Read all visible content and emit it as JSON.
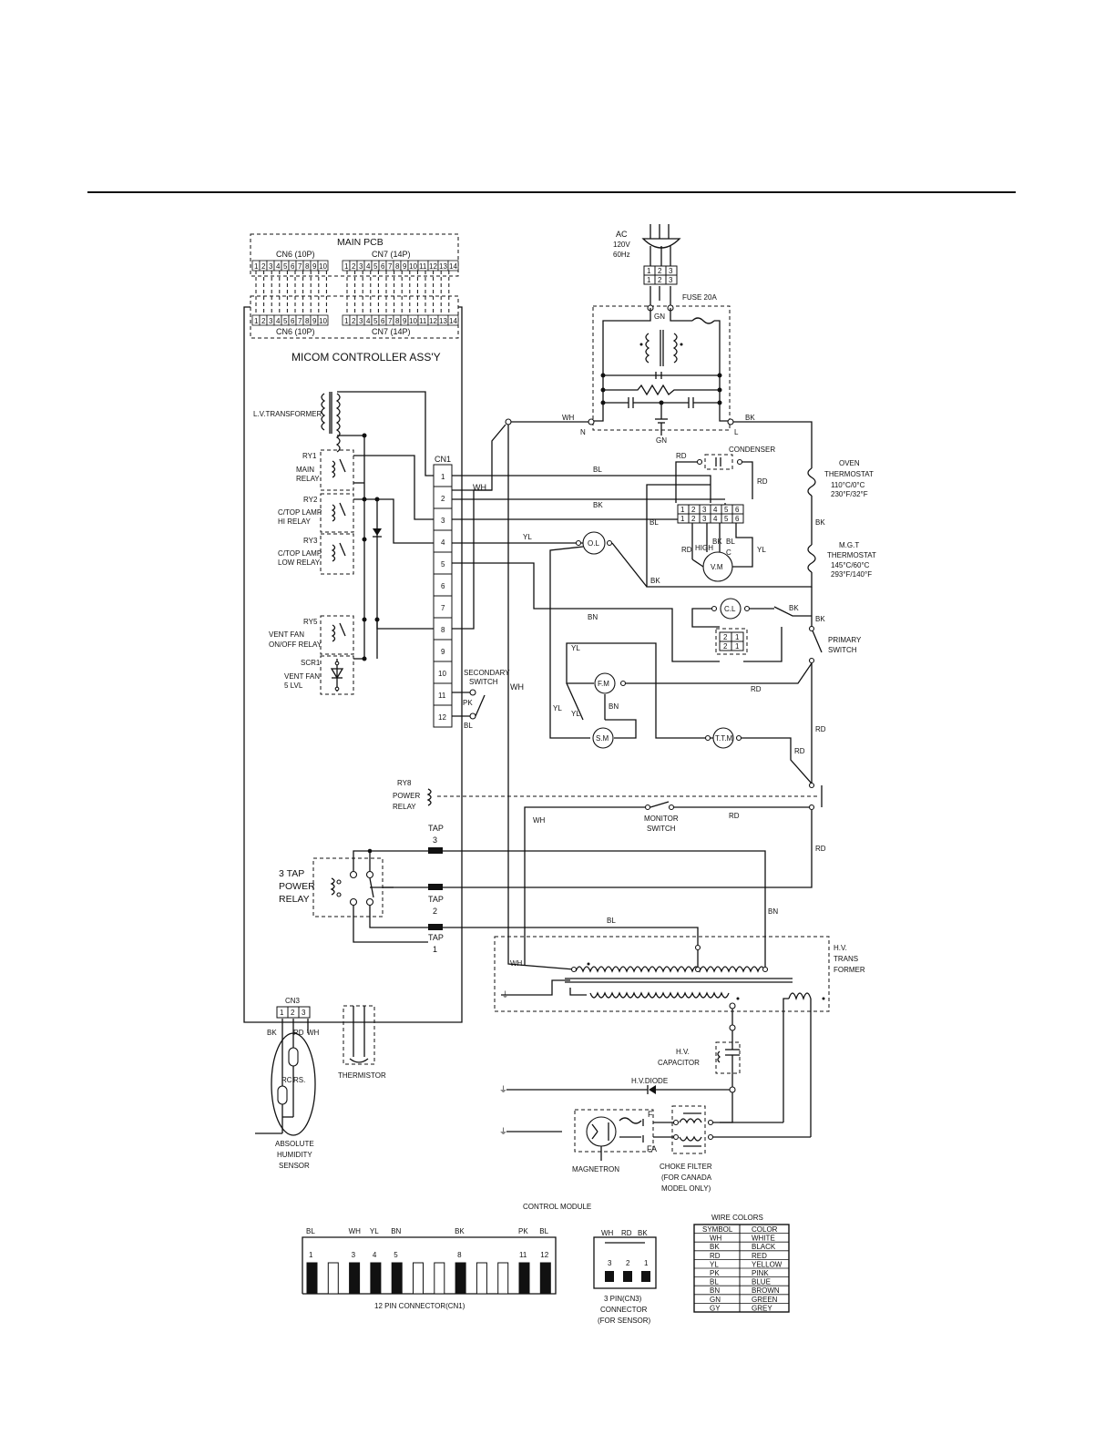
{
  "pcb": {
    "title": "MAIN  PCB",
    "cn6": "CN6 (10P)",
    "cn7": "CN7 (14P)",
    "cn6_pins": [
      "1",
      "2",
      "3",
      "4",
      "5",
      "6",
      "7",
      "8",
      "9",
      "10"
    ],
    "cn7_pins": [
      "1",
      "2",
      "3",
      "4",
      "5",
      "6",
      "7",
      "8",
      "9",
      "10",
      "11",
      "12",
      "13",
      "14"
    ]
  },
  "micom": {
    "title": "MICOM CONTROLLER ASS'Y",
    "lv_transformer": "L.V.TRANSFORMER",
    "cn1": "CN1",
    "cn1_pins": [
      "1",
      "2",
      "3",
      "4",
      "5",
      "6",
      "7",
      "8",
      "9",
      "10",
      "11",
      "12"
    ],
    "ry1": [
      "RY1",
      "MAIN",
      "RELAY"
    ],
    "ry2": [
      "RY2",
      "C/TOP LAMP",
      "HI     RELAY"
    ],
    "ry3": [
      "RY3",
      "C/TOP LAMP",
      "LOW RELAY"
    ],
    "ry5": [
      "RY5",
      "VENT FAN",
      "ON/OFF RELAY"
    ],
    "scr1": [
      "SCR1",
      "VENT FAN",
      "5 LVL"
    ],
    "ry8": [
      "RY8",
      "POWER",
      "RELAY"
    ],
    "tap_relay": [
      "3 TAP",
      "POWER",
      "RELAY"
    ],
    "tap3": [
      "TAP",
      "3"
    ],
    "tap2": [
      "TAP",
      "2"
    ],
    "tap1": [
      "TAP",
      "1"
    ],
    "cn3": "CN3",
    "cn3_pins": [
      "1",
      "2",
      "3"
    ]
  },
  "power": {
    "ac": [
      "AC",
      "120V",
      "60Hz"
    ],
    "plug_pins": [
      "1",
      "2",
      "3"
    ],
    "fuse": "FUSE 20A",
    "gn": "GN",
    "n": "N",
    "l": "L"
  },
  "wire_labels": {
    "wh": "WH",
    "bk": "BK",
    "bl": "BL",
    "rd": "RD",
    "yl": "YL",
    "bn": "BN",
    "pk": "PK"
  },
  "components": {
    "condenser": "CONDENSER",
    "oven_thermostat": [
      "OVEN",
      "THERMOSTAT",
      "110°C/0°C",
      "230°F/32°F"
    ],
    "mgt_thermostat": [
      "M.G.T",
      "THERMOSTAT",
      "145°C/60°C",
      "293°F/140°F"
    ],
    "ol": "O.L",
    "vm": "V.M",
    "high": "HIGH",
    "c": "C",
    "cl": "C.L",
    "fm": "F.M",
    "sm": "S.M",
    "ttm": "T.T.M",
    "conn6_pins": [
      "1",
      "2",
      "3",
      "4",
      "5",
      "6"
    ],
    "conn2_pins": [
      "2",
      "1"
    ],
    "primary_switch": [
      "PRIMARY",
      "SWITCH"
    ],
    "secondary_switch": [
      "SECONDARY",
      "SWITCH"
    ],
    "monitor_switch": [
      "MONITOR",
      "SWITCH"
    ],
    "hv_transformer": [
      "H.V.",
      "TRANS",
      "FORMER"
    ],
    "hv_capacitor": [
      "H.V.",
      "CAPACITOR"
    ],
    "hv_diode": "H.V.DIODE",
    "magnetron": "MAGNETRON",
    "f": "F",
    "fa": "FA",
    "choke_filter": [
      "CHOKE FILTER",
      "(FOR CANADA",
      "MODEL ONLY)"
    ],
    "thermistor": "THERMISTOR",
    "humidity_sensor": [
      "ABSOLUTE",
      "HUMIDITY",
      "SENSOR"
    ],
    "rc": "RC.",
    "rs": "RS."
  },
  "control_module": {
    "title": "CONTROL MODULE",
    "cn1_top_labels": [
      {
        "pin": "1",
        "color": "BL"
      },
      {
        "pin": "3",
        "color": "WH"
      },
      {
        "pin": "4",
        "color": "YL"
      },
      {
        "pin": "5",
        "color": "BN"
      },
      {
        "pin": "8",
        "color": "BK"
      },
      {
        "pin": "11",
        "color": "PK"
      },
      {
        "pin": "12",
        "color": "BL"
      }
    ],
    "cn1_caption": "12 PIN CONNECTOR(CN1)",
    "cn3_top_labels": [
      "WH",
      "RD",
      "BK"
    ],
    "cn3_pins": [
      "3",
      "2",
      "1"
    ],
    "cn3_caption": [
      "3 PIN(CN3)",
      "CONNECTOR",
      "(FOR SENSOR)"
    ]
  },
  "wire_colors": {
    "title": "WIRE COLORS",
    "headers": [
      "SYMBOL",
      "COLOR"
    ],
    "rows": [
      [
        "WH",
        "WHITE"
      ],
      [
        "BK",
        "BLACK"
      ],
      [
        "RD",
        "RED"
      ],
      [
        "YL",
        "YELLOW"
      ],
      [
        "PK",
        "PINK"
      ],
      [
        "BL",
        "BLUE"
      ],
      [
        "BN",
        "BROWN"
      ],
      [
        "GN",
        "GREEN"
      ],
      [
        "GY",
        "GREY"
      ]
    ]
  }
}
